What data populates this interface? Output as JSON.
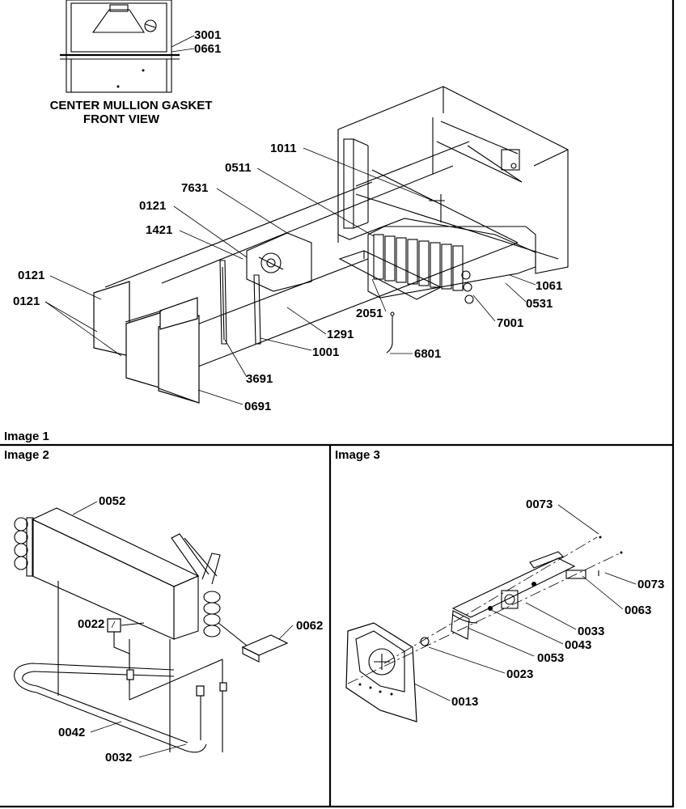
{
  "panels": {
    "image1": {
      "title": "Image 1",
      "inset_caption_line1": "CENTER MULLION GASKET",
      "inset_caption_line2": "FRONT VIEW",
      "callouts": [
        "3001",
        "0661",
        "1011",
        "0511",
        "7631",
        "0121",
        "1421",
        "0121",
        "0121",
        "1061",
        "0531",
        "7001",
        "2051",
        "1291",
        "1001",
        "6801",
        "3691",
        "0691"
      ]
    },
    "image2": {
      "title": "Image 2",
      "callouts": [
        "0052",
        "0022",
        "0062",
        "0042",
        "0032"
      ]
    },
    "image3": {
      "title": "Image 3",
      "callouts": [
        "0073",
        "0073",
        "0063",
        "0033",
        "0043",
        "0053",
        "0023",
        "0013"
      ]
    }
  }
}
